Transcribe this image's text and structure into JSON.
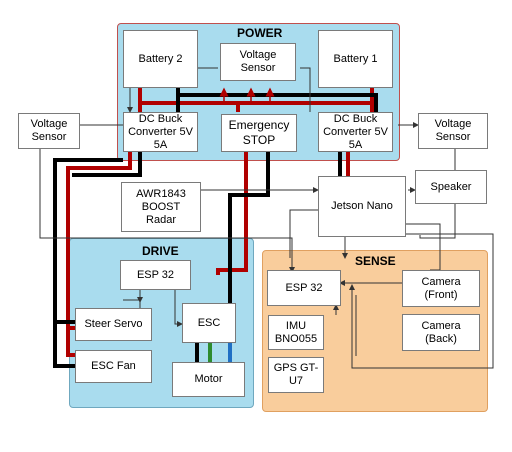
{
  "regions": {
    "power": "POWER",
    "drive": "DRIVE",
    "sense": "SENSE"
  },
  "blocks": {
    "battery2": "Battery 2",
    "voltage_sensor_top": "Voltage Sensor",
    "battery1": "Battery 1",
    "dc_buck_left": "DC Buck Converter 5V 5A",
    "emergency_stop": "Emergency STOP",
    "dc_buck_right": "DC Buck Converter 5V 5A",
    "voltage_sensor_left": "Voltage Sensor",
    "voltage_sensor_right": "Voltage Sensor",
    "radar": "AWR1843 BOOST Radar",
    "jetson": "Jetson Nano",
    "speaker": "Speaker",
    "esp32_drive": "ESP 32",
    "steer_servo": "Steer Servo",
    "esc": "ESC",
    "esc_fan": "ESC Fan",
    "motor": "Motor",
    "esp32_sense": "ESP 32",
    "camera_front": "Camera (Front)",
    "camera_back": "Camera (Back)",
    "imu": "IMU BNO055",
    "gps": "GPS GT-U7"
  },
  "colors": {
    "power_fill": "#a9dcee",
    "power_border": "#c0504d",
    "drive_fill": "#a9dcee",
    "drive_border": "#6fa8bf",
    "sense_fill": "#f9cd9c",
    "sense_border": "#e0a060",
    "positive_wire": "#b00000",
    "ground_wire": "#000000",
    "signal_wire": "#333333",
    "phase_green": "#2e8b2e",
    "phase_blue": "#1f6fc4"
  }
}
